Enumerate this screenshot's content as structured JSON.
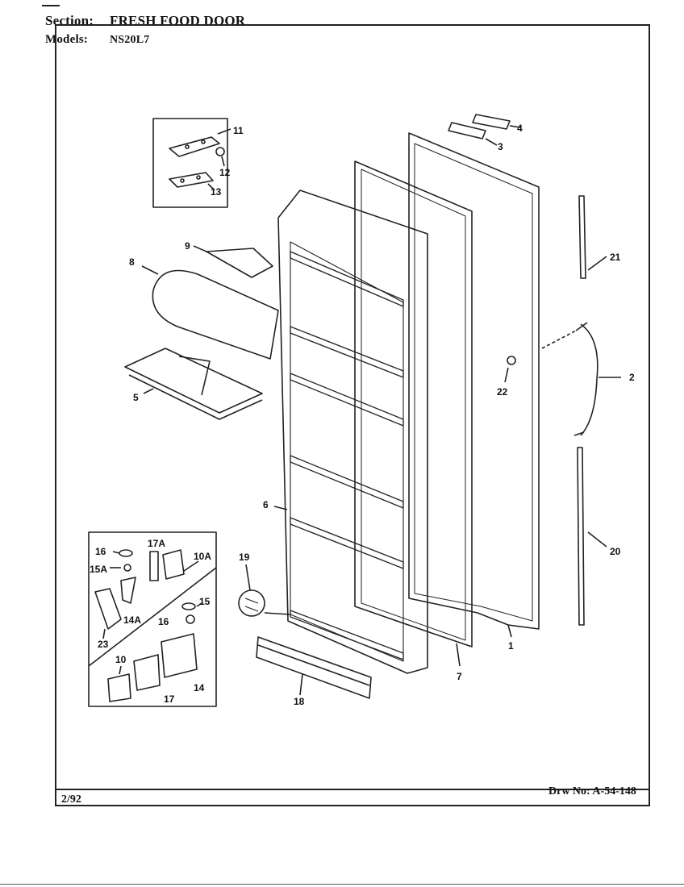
{
  "header": {
    "section_label": "Section:",
    "section_value": "FRESH FOOD DOOR",
    "models_label": "Models:",
    "models_value": "NS20L7"
  },
  "footer": {
    "date": "2/92",
    "drawing_number": "Drw No: A-54-148"
  },
  "callouts": {
    "c1": "1",
    "c2": "2",
    "c3": "3",
    "c4": "4",
    "c5": "5",
    "c6": "6",
    "c7": "7",
    "c8": "8",
    "c9": "9",
    "c10": "10",
    "c10A": "10A",
    "c11": "11",
    "c12": "12",
    "c13": "13",
    "c14": "14",
    "c14A": "14A",
    "c15": "15",
    "c15A": "15A",
    "c16a": "16",
    "c16b": "16",
    "c17": "17",
    "c17A": "17A",
    "c18": "18",
    "c19": "19",
    "c20": "20",
    "c21": "21",
    "c22": "22",
    "c23": "23"
  }
}
